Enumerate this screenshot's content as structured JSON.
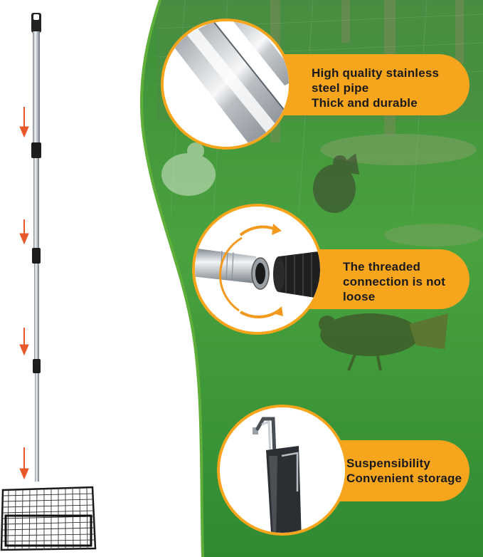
{
  "colors": {
    "accent_orange": "#f7a51c",
    "field_green": "#3c9a3a",
    "wave_green": "#5fae3a",
    "steel": "#c9ced3",
    "arrow_orange": "#e8582a"
  },
  "product": {
    "name": "telescopic-scoop-pole",
    "pole_sections": 4
  },
  "features": [
    {
      "icon": "steel-pipe-closeup",
      "lines": [
        "High quality stainless",
        "steel pipe",
        "Thick and durable"
      ]
    },
    {
      "icon": "thread-connection-closeup",
      "lines": [
        "The threaded",
        "connection is not",
        "loose"
      ]
    },
    {
      "icon": "hanging-hook-closeup",
      "lines": [
        "Suspensibility",
        "Convenient storage"
      ]
    }
  ]
}
